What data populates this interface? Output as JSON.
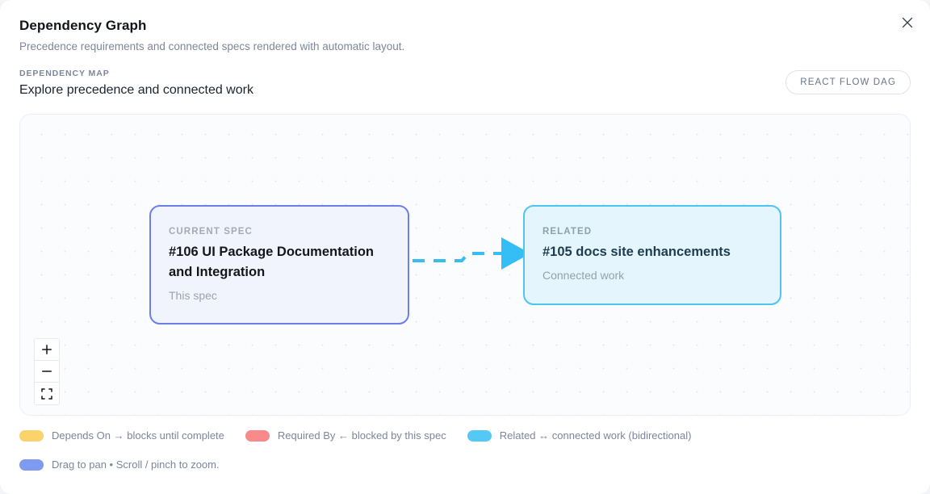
{
  "dialog": {
    "title": "Dependency Graph",
    "subtitle": "Precedence requirements and connected specs rendered with automatic layout.",
    "close_icon": "close-icon"
  },
  "section": {
    "eyebrow": "DEPENDENCY MAP",
    "heading": "Explore precedence and connected work",
    "badge_label": "REACT FLOW DAG"
  },
  "graph": {
    "nodes": [
      {
        "kind": "CURRENT SPEC",
        "title": "#106 UI Package Documentation and Integration",
        "note": "This spec",
        "border_color": "#6b7fe8",
        "fill_color": "#f2f4fd"
      },
      {
        "kind": "RELATED",
        "title": "#105 docs site enhancements",
        "note": "Connected work",
        "border_color": "#4fc3f2",
        "fill_color": "#e4f5fd"
      }
    ],
    "edge": {
      "style": "dashed",
      "color": "#35bdf5",
      "arrowhead": "triangle",
      "direction": "current-spec-to-related"
    }
  },
  "controls": {
    "zoom_in_label": "+",
    "zoom_out_label": "−",
    "fit_view_label": "fit-view"
  },
  "legend": {
    "items": [
      {
        "label": "Depends On → blocks until complete",
        "color": "#fcd36b"
      },
      {
        "label": "Required By ← blocked by this spec",
        "color": "#f88a8a"
      },
      {
        "label": "Related ↔ connected work (bidirectional)",
        "color": "#56c8f5"
      }
    ],
    "hint": {
      "label": "Drag to pan • Scroll / pinch to zoom.",
      "color": "#7e9bf0"
    }
  }
}
